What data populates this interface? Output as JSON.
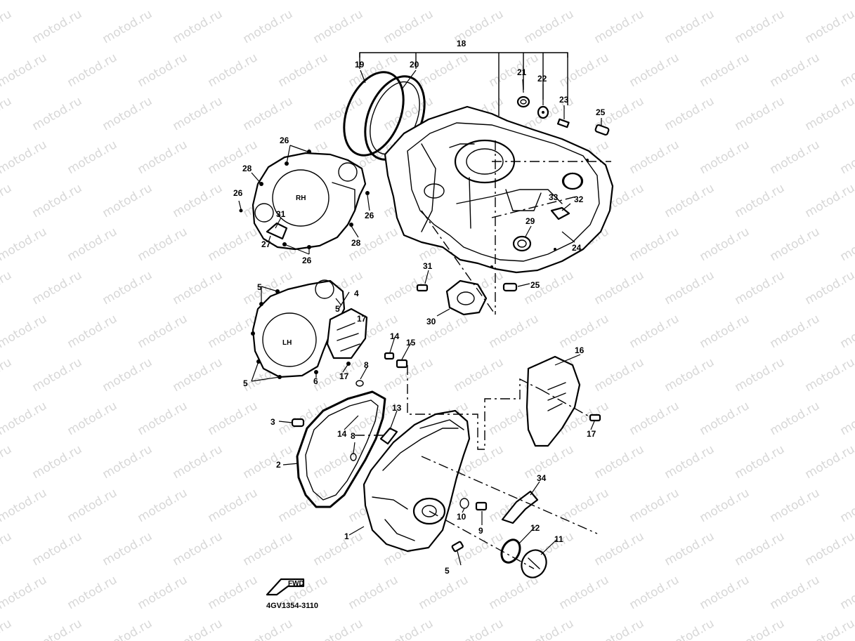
{
  "watermark_text": "motod.ru",
  "diagram_code": "4GV1354-3110",
  "fwd_label": "FWD",
  "cover_labels": {
    "rh": "RH",
    "lh": "LH"
  },
  "callouts": {
    "c1": "1",
    "c2": "2",
    "c3": "3",
    "c4": "4",
    "c5a": "5",
    "c5b": "5",
    "c5c": "5",
    "c5d": "5",
    "c6": "6",
    "c8a": "8",
    "c8b": "8",
    "c9": "9",
    "c10": "10",
    "c11": "11",
    "c12": "12",
    "c13": "13",
    "c14a": "14",
    "c14b": "14",
    "c15": "15",
    "c16": "16",
    "c17a": "17",
    "c17b": "17",
    "c17c": "17",
    "c18": "18",
    "c19": "19",
    "c20": "20",
    "c21": "21",
    "c22": "22",
    "c23": "23",
    "c24": "24",
    "c25a": "25",
    "c25b": "25",
    "c26a": "26",
    "c26b": "26",
    "c26c": "26",
    "c26d": "26",
    "c27": "27",
    "c28a": "28",
    "c28b": "28",
    "c29": "29",
    "c30": "30",
    "c31a": "31",
    "c31b": "31",
    "c32": "32",
    "c33": "33",
    "c34": "34"
  }
}
